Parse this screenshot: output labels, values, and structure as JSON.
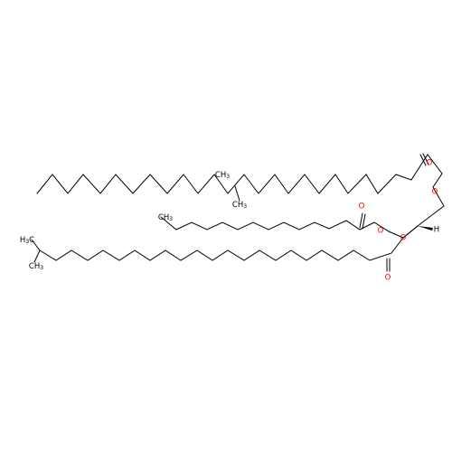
{
  "atoms": {
    "o1": "O",
    "o2": "O",
    "o3": "O",
    "o4": "O",
    "o5": "O",
    "o6": "O",
    "h": "H",
    "ch3a": "CH",
    "ch3a_sub": "3",
    "ch3b": "CH",
    "ch3b_sub": "3",
    "h3c": "H",
    "h3c_sub": "3",
    "h3c_c": "C",
    "ch3c": "CH",
    "ch3c_sub": "3",
    "ch3d": "CH",
    "ch3d_sub": "3"
  },
  "colors": {
    "bond": "#000000",
    "oxygen": "#ff0000",
    "text": "#000000"
  }
}
